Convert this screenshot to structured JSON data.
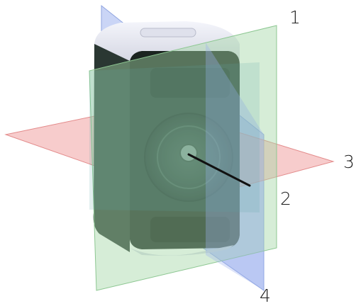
{
  "callouts": {
    "label_1": "1",
    "label_2": "2",
    "label_3": "3",
    "label_4": "4"
  },
  "colors": {
    "plane_vertical_front": "#9fb3ef",
    "plane_vertical_side": "#a5d6a7",
    "plane_horizontal": "#ef9a9a",
    "plane_cross": "#5ea8a8",
    "speaker_body": "#1b2420",
    "speaker_top": "#e9eaf3",
    "axis_rod": "#111111"
  },
  "icons": {
    "device": "loudspeaker-cabinet"
  }
}
